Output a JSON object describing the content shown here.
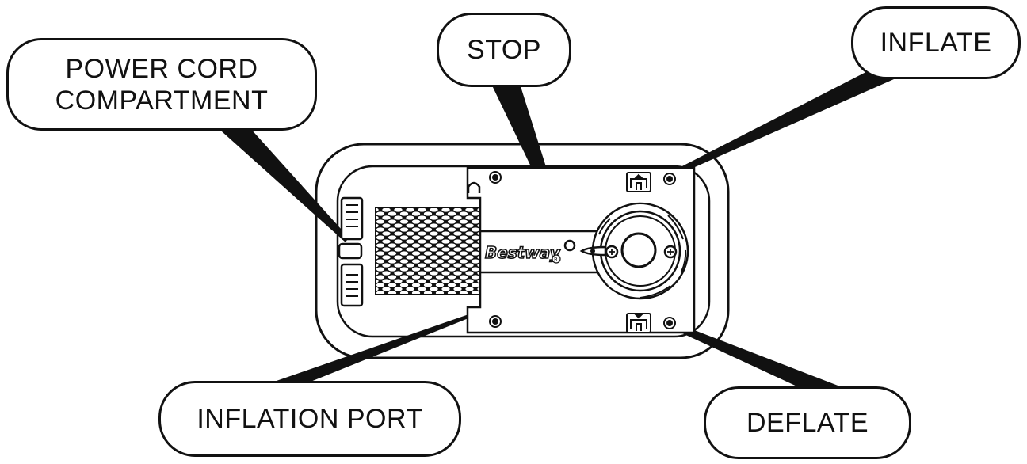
{
  "callouts": {
    "power_cord": [
      "POWER CORD",
      "COMPARTMENT"
    ],
    "stop": "STOP",
    "inflate": "INFLATE",
    "inflation_port": "INFLATION PORT",
    "deflate": "DEFLATE"
  },
  "device": {
    "brand_logo": "Bestway",
    "registered_mark": "R"
  },
  "colors": {
    "line": "#111111",
    "background": "#ffffff"
  }
}
